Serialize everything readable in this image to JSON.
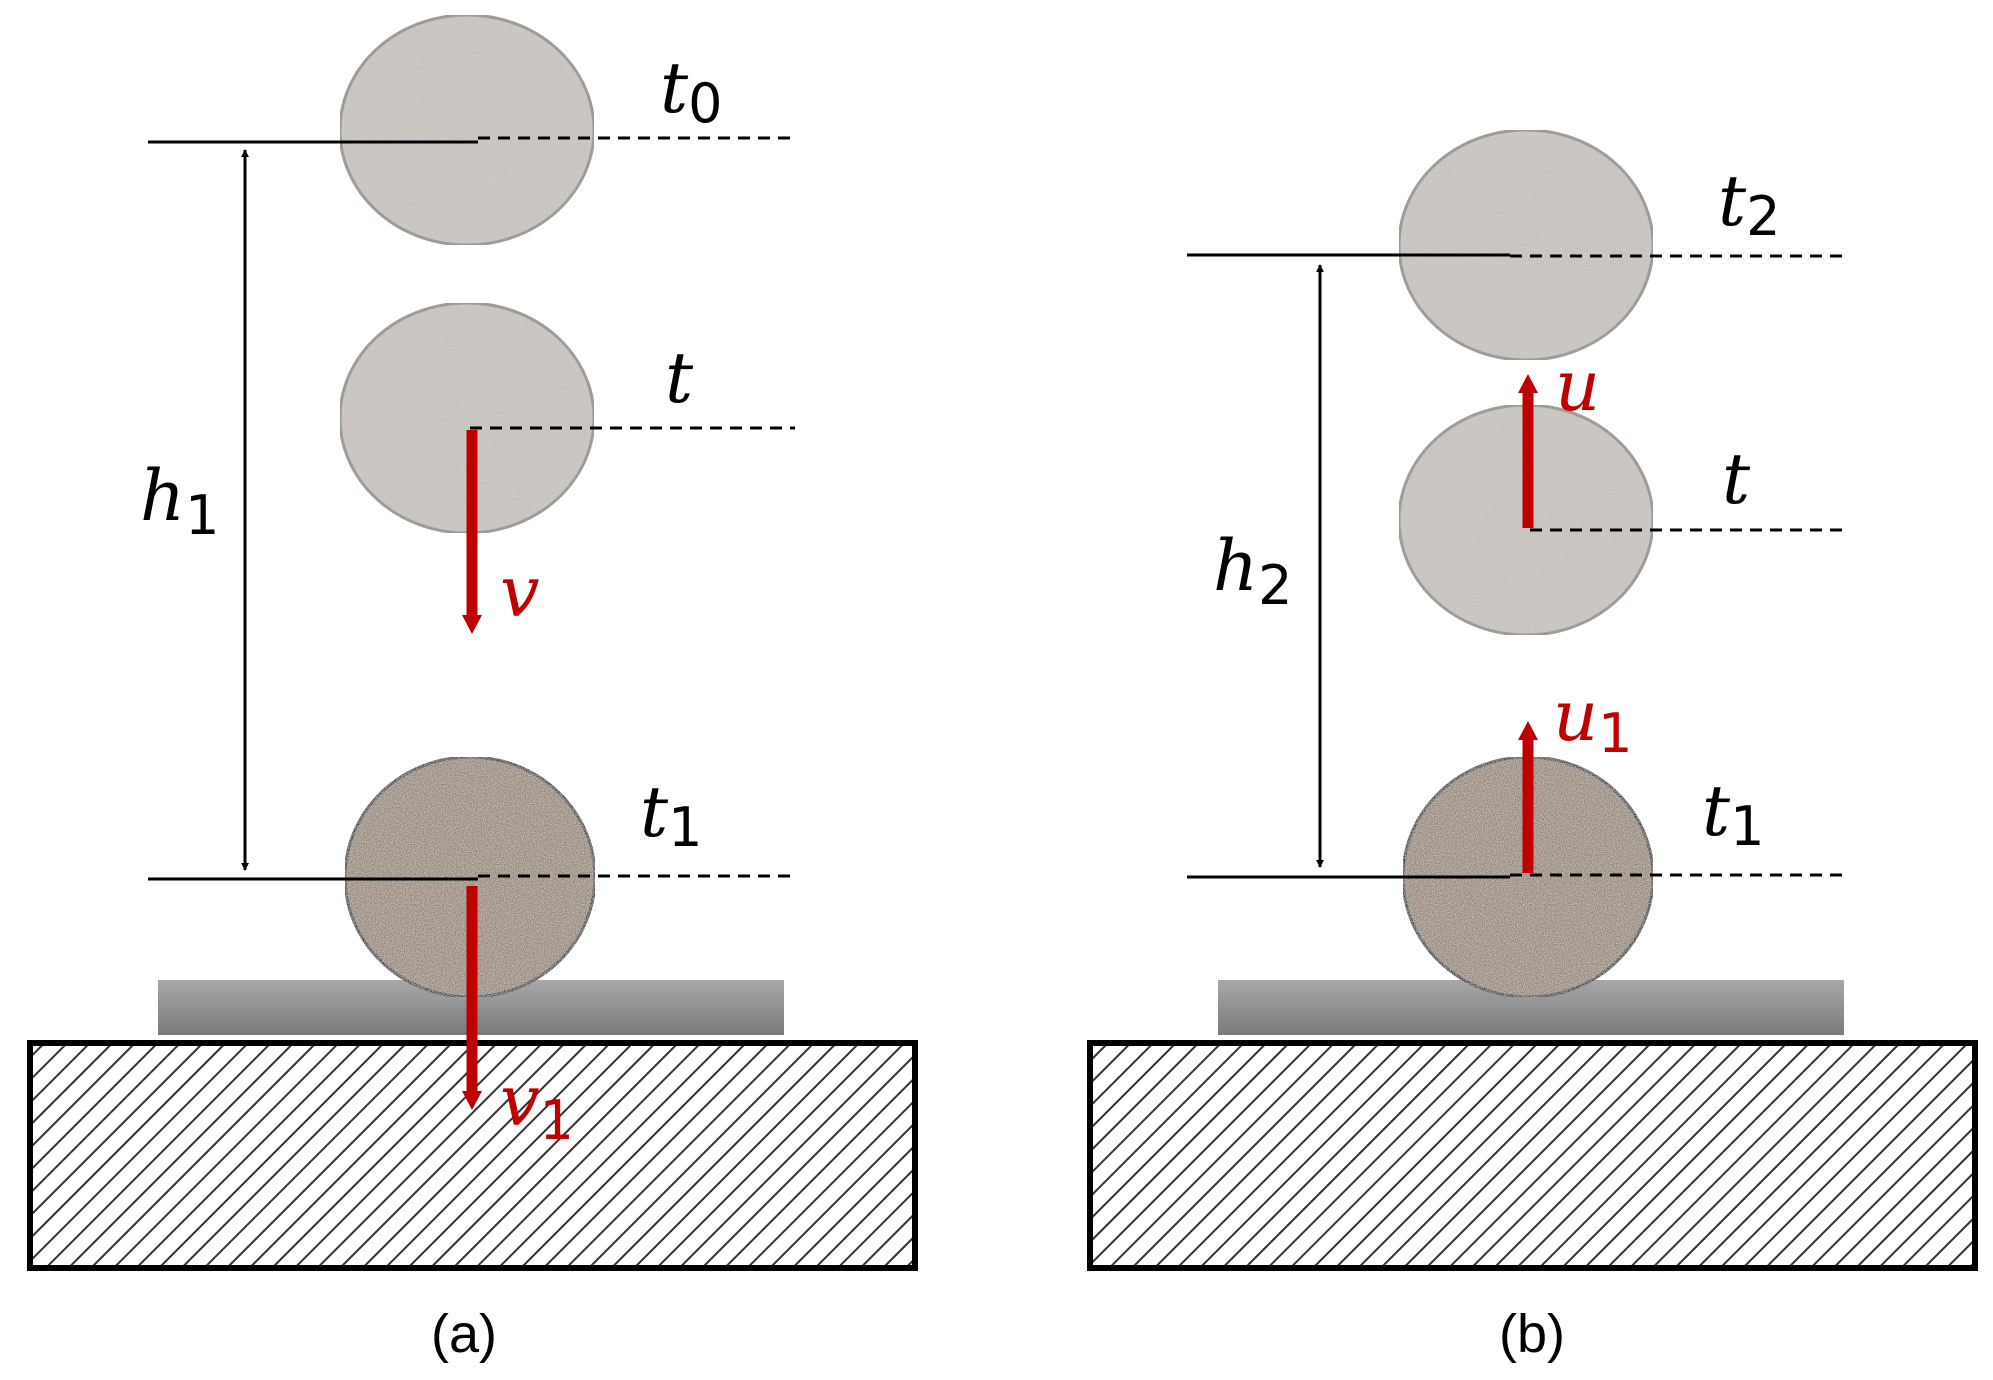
{
  "panel_a": {
    "caption": "(a)",
    "height_label": "h",
    "height_sub": "1",
    "time_top": "t",
    "time_top_sub": "0",
    "time_mid": "t",
    "time_mid_sub": "",
    "time_bottom": "t",
    "time_bottom_sub": "1",
    "velocity_mid": "v",
    "velocity_mid_sub": "",
    "velocity_bottom": "v",
    "velocity_bottom_sub": "1"
  },
  "panel_b": {
    "caption": "(b)",
    "height_label": "h",
    "height_sub": "2",
    "time_top": "t",
    "time_top_sub": "2",
    "time_mid": "t",
    "time_mid_sub": "",
    "time_bottom": "t",
    "time_bottom_sub": "1",
    "velocity_mid": "u",
    "velocity_mid_sub": "",
    "velocity_bottom": "u",
    "velocity_bottom_sub": "1"
  },
  "colors": {
    "line": "#000000",
    "velocity_arrow": "#c00000",
    "sphere_light": "#d6d3cf",
    "sphere_dark": "#8c7c6e",
    "plate": "#8a8a8a"
  }
}
